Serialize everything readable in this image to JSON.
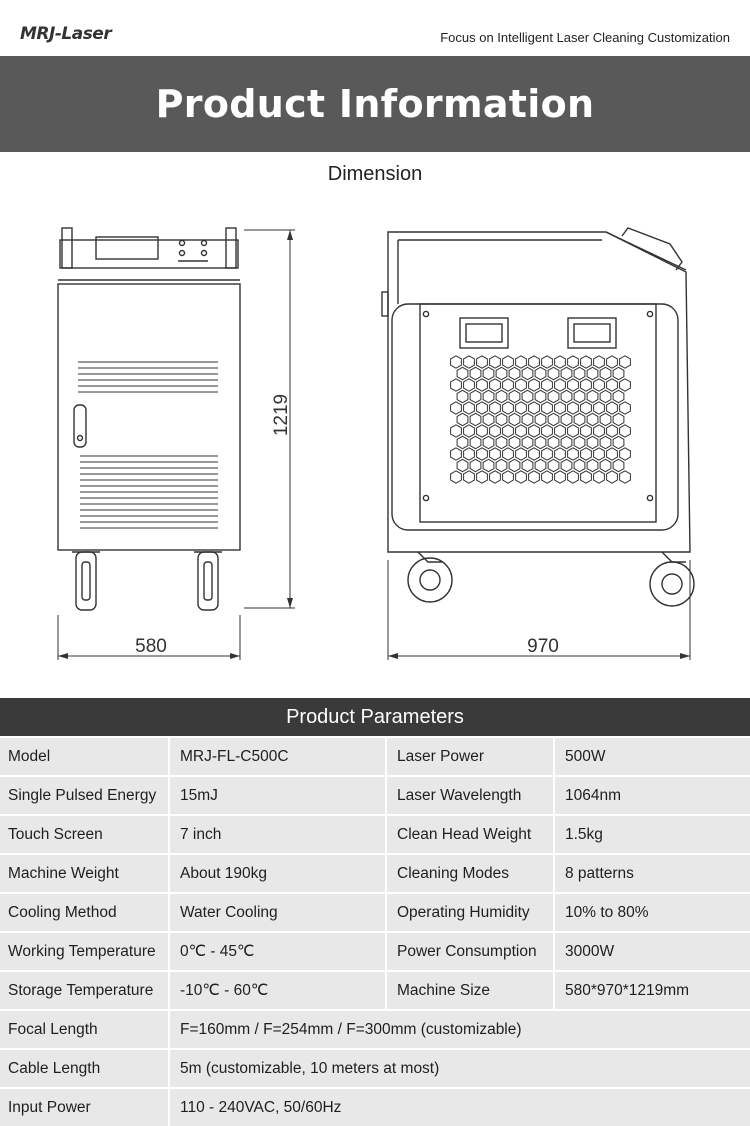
{
  "header": {
    "logo_text": "MRJ-Laser",
    "tagline": "Focus on Intelligent Laser Cleaning Customization"
  },
  "banner": {
    "title": "Product Information"
  },
  "dimension": {
    "title": "Dimension",
    "width_label": "580",
    "length_label": "970",
    "height_label": "1219"
  },
  "parameters": {
    "title": "Product Parameters",
    "rows": [
      {
        "k1": "Model",
        "v1": "MRJ-FL-C500C",
        "k2": "Laser Power",
        "v2": "500W"
      },
      {
        "k1": "Single Pulsed Energy",
        "v1": "15mJ",
        "k2": "Laser Wavelength",
        "v2": "1064nm"
      },
      {
        "k1": "Touch Screen",
        "v1": "7 inch",
        "k2": "Clean Head Weight",
        "v2": "1.5kg"
      },
      {
        "k1": "Machine Weight",
        "v1": "About 190kg",
        "k2": "Cleaning Modes",
        "v2": "8 patterns"
      },
      {
        "k1": "Cooling Method",
        "v1": "Water Cooling",
        "k2": "Operating Humidity",
        "v2": "10% to 80%"
      },
      {
        "k1": "Working Temperature",
        "v1": "0℃ - 45℃",
        "k2": "Power Consumption",
        "v2": "3000W"
      },
      {
        "k1": "Storage Temperature",
        "v1": "-10℃ - 60℃",
        "k2": "Machine Size",
        "v2": "580*970*1219mm"
      }
    ],
    "wide_rows": [
      {
        "k": "Focal Length",
        "v": "F=160mm / F=254mm / F=300mm (customizable)"
      },
      {
        "k": "Cable Length",
        "v": "5m (customizable, 10 meters at most)"
      },
      {
        "k": "Input Power",
        "v": "110 - 240VAC, 50/60Hz"
      }
    ]
  }
}
